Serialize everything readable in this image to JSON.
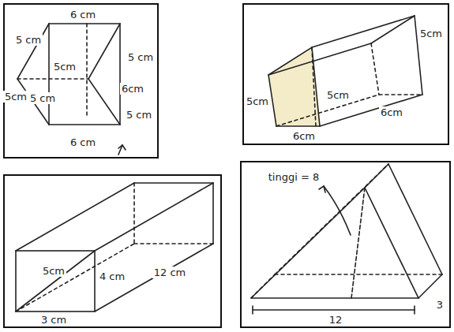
{
  "diagram": {
    "labels": [
      "6 cm",
      "5 cm",
      "5cm",
      "5 cm",
      "6cm",
      "5cm",
      "5 cm",
      "5 cm",
      "6 cm",
      "5cm",
      "5cm",
      "5cm",
      "6cm",
      "6cm",
      "5cm",
      "4 cm",
      "12 cm",
      "3 cm",
      "tinggi = 8",
      "12",
      "3"
    ]
  }
}
